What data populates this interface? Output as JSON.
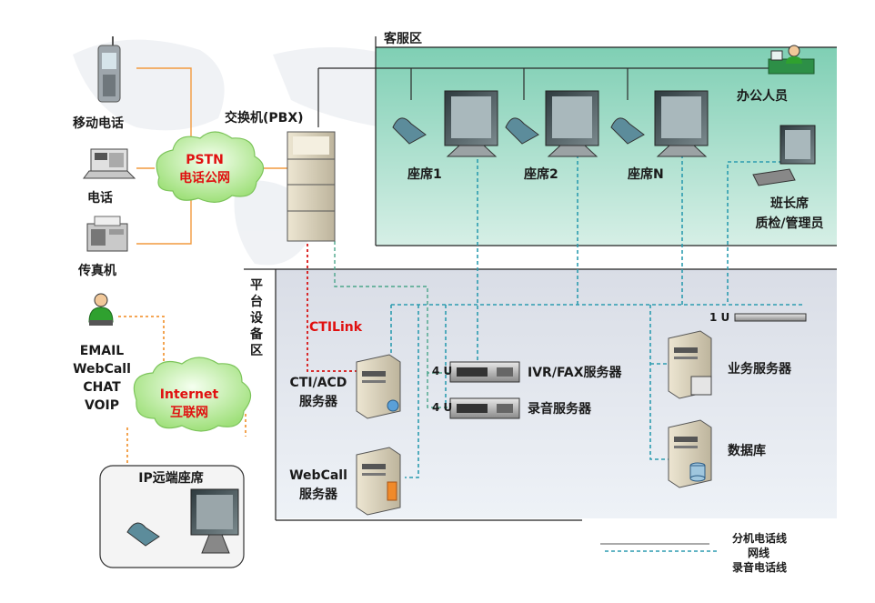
{
  "zones": {
    "customer_service": "客服区",
    "platform": [
      "平",
      "台",
      "设",
      "备",
      "区"
    ]
  },
  "clouds": {
    "pstn": {
      "line1": "PSTN",
      "line2": "电话公网"
    },
    "internet": {
      "line1": "Internet",
      "line2": "互联网"
    }
  },
  "devices": {
    "mobile": "移动电话",
    "phone": "电话",
    "fax": "传真机",
    "pbx": "交换机(PBX)",
    "seat1": "座席1",
    "seat2": "座席2",
    "seatN": "座席N",
    "office": "办公人员",
    "monitor_line1": "班长席",
    "monitor_line2": "质检/管理员",
    "ctilink": "CTILink",
    "cti_line1": "CTI/ACD",
    "cti_line2": "服务器",
    "webcall_line1": "WebCall",
    "webcall_line2": "服务器",
    "ivr": "IVR/FAX服务器",
    "recorder": "录音服务器",
    "business": "业务服务器",
    "database": "数据库",
    "remote_seat": "IP远端座席",
    "rack_label": "1 U",
    "ivr_u": "4 U",
    "rec_u": "4 U"
  },
  "channels": [
    "EMAIL",
    "WebCall",
    "CHAT",
    "VOIP"
  ],
  "legend": [
    {
      "label": "分机电话线"
    },
    {
      "label": "网线"
    },
    {
      "label": "录音电话线"
    }
  ],
  "colors": {
    "phone_line": "#2a2a2a",
    "net_line": "#2d9cb0",
    "rec_line": "#4aa58a",
    "orange": "#f29a3e",
    "ctilink": "#e01010"
  }
}
